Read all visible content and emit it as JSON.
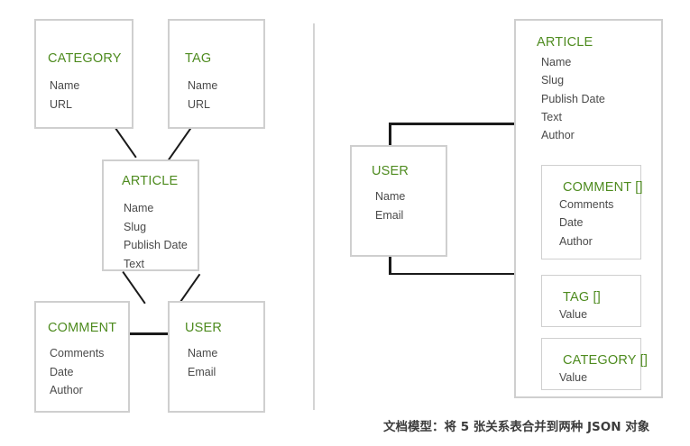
{
  "diagram": {
    "caption": "文档模型：将 5 张关系表合并到两种 JSON 对象",
    "colors": {
      "title_green": "#4e8b1f",
      "field_gray": "#4a4a4a",
      "box_border": "#cfcfcf",
      "edge_black": "#1a1a1a",
      "divider_gray": "#d4d4d4",
      "background": "#ffffff"
    },
    "relational_panel": {
      "entities": [
        {
          "name": "CATEGORY",
          "fields": [
            "Name",
            "URL"
          ]
        },
        {
          "name": "TAG",
          "fields": [
            "Name",
            "URL"
          ]
        },
        {
          "name": "ARTICLE",
          "fields": [
            "Name",
            "Slug",
            "Publish Date",
            "Text"
          ]
        },
        {
          "name": "COMMENT",
          "fields": [
            "Comments",
            "Date",
            "Author"
          ]
        },
        {
          "name": "USER",
          "fields": [
            "Name",
            "Email"
          ]
        }
      ],
      "relationships": [
        {
          "from": "CATEGORY",
          "to": "ARTICLE"
        },
        {
          "from": "TAG",
          "to": "ARTICLE"
        },
        {
          "from": "ARTICLE",
          "to": "COMMENT"
        },
        {
          "from": "ARTICLE",
          "to": "USER"
        },
        {
          "from": "COMMENT",
          "to": "USER"
        }
      ]
    },
    "document_panel": {
      "user_document": {
        "name": "USER",
        "fields": [
          "Name",
          "Email"
        ]
      },
      "article_document": {
        "name": "ARTICLE",
        "fields": [
          "Name",
          "Slug",
          "Publish Date",
          "Text",
          "Author"
        ],
        "embedded": [
          {
            "name": "COMMENT []",
            "fields": [
              "Comments",
              "Date",
              "Author"
            ]
          },
          {
            "name": "TAG []",
            "fields": [
              "Value"
            ]
          },
          {
            "name": "CATEGORY []",
            "fields": [
              "Value"
            ]
          }
        ]
      },
      "relationships": [
        {
          "from": "USER",
          "to": "ARTICLE",
          "position": "top"
        },
        {
          "from": "USER",
          "to": "ARTICLE",
          "position": "bottom"
        }
      ]
    }
  }
}
